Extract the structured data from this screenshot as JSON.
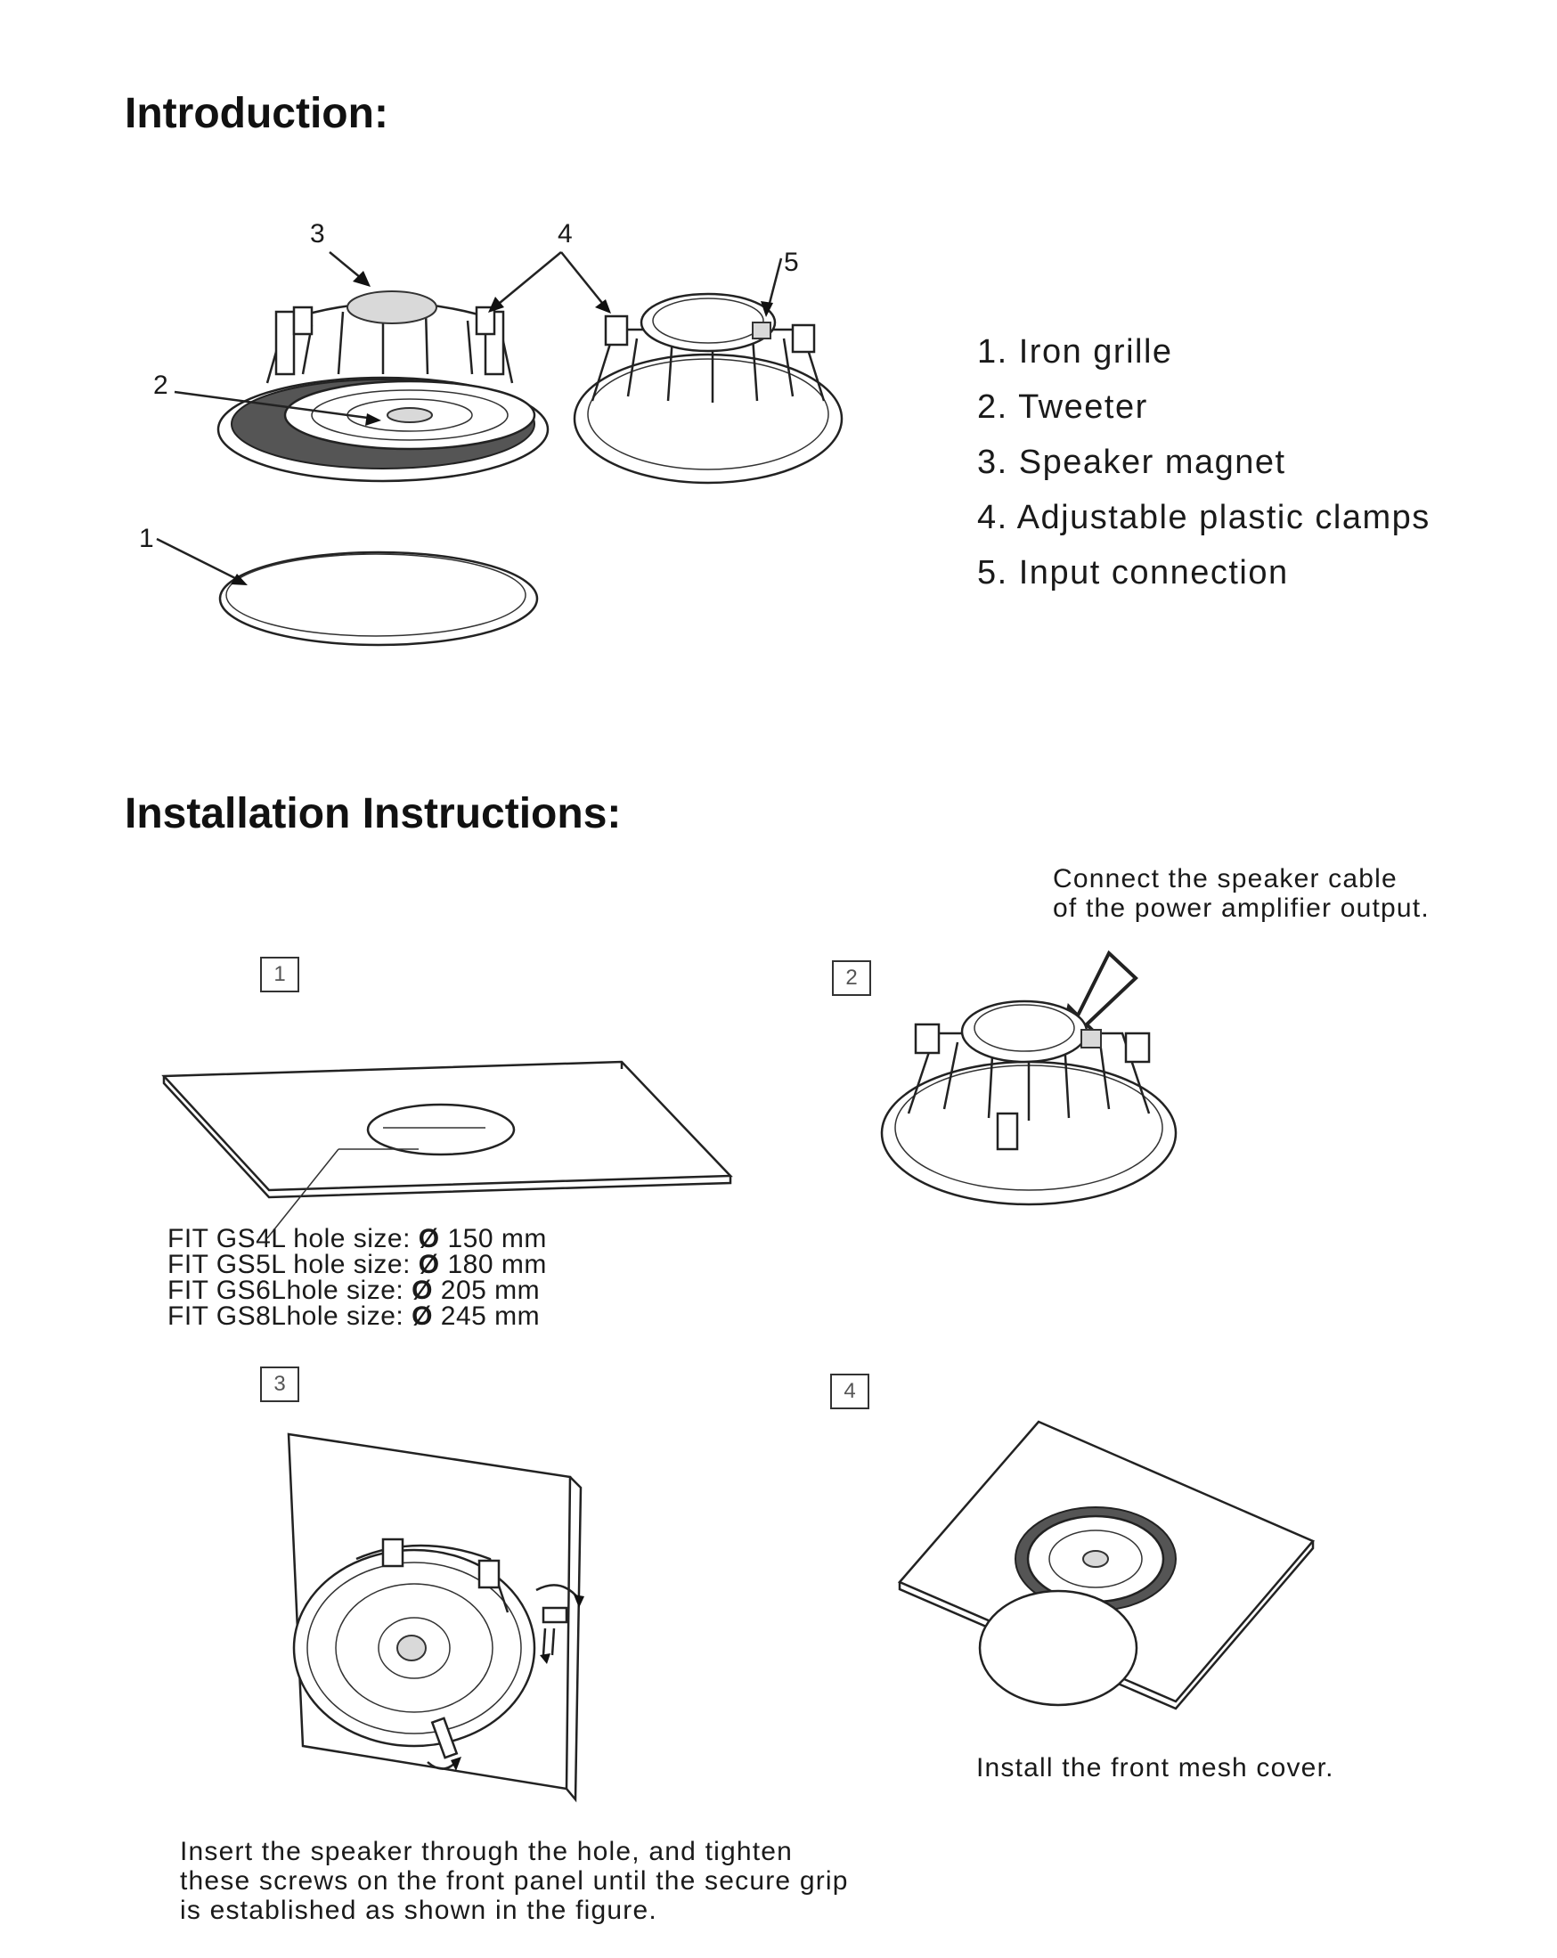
{
  "intro": {
    "heading": "Introduction:",
    "callouts": [
      "1",
      "2",
      "3",
      "4",
      "5"
    ],
    "parts": [
      "1. Iron grille",
      "2. Tweeter",
      "3. Speaker magnet",
      "4. Adjustable plastic clamps",
      "5. Input connection"
    ]
  },
  "install": {
    "heading": "Installation Instructions:",
    "steps": [
      {
        "number": "1",
        "specs": [
          {
            "label": "FIT GS4L hole size: ",
            "symbol": "Ø",
            "value": " 150 mm"
          },
          {
            "label": "FIT GS5L hole size: ",
            "symbol": "Ø",
            "value": " 180 mm"
          },
          {
            "label": "FIT GS6Lhole size: ",
            "symbol": "Ø",
            "value": " 205 mm"
          },
          {
            "label": "FIT GS8Lhole size: ",
            "symbol": "Ø",
            "value": " 245 mm"
          }
        ]
      },
      {
        "number": "2",
        "caption_lines": [
          "Connect the speaker cable",
          "of the power amplifier output."
        ]
      },
      {
        "number": "3",
        "caption_lines": [
          "Insert the speaker through the hole, and tighten",
          "these screws on the front panel until the secure grip",
          "is established as shown in the figure."
        ]
      },
      {
        "number": "4",
        "caption_lines": [
          "Install the front mesh cover."
        ]
      }
    ]
  }
}
